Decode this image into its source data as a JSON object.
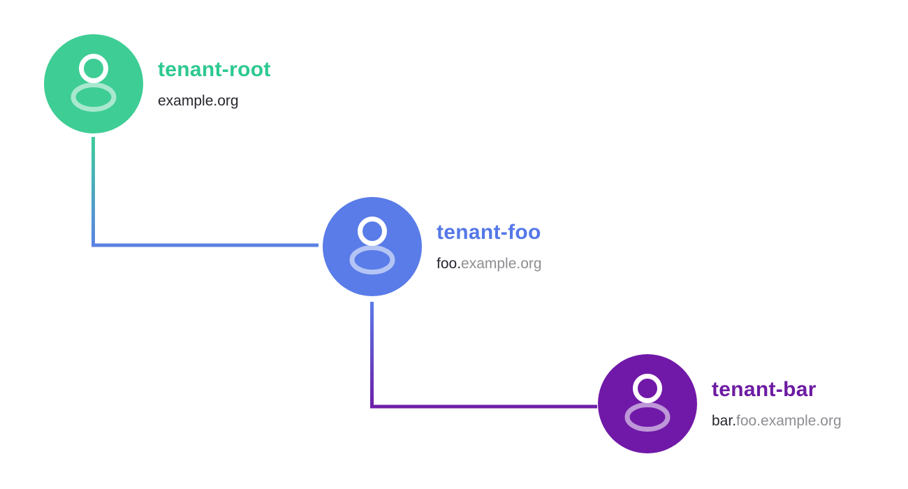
{
  "diagram": {
    "background_color": "#ffffff",
    "nodes": [
      {
        "name": "tenant-root",
        "domain_dark": "example.org",
        "domain_gray": "",
        "circle_color": "#3ecd95",
        "title_color": "#2cc990",
        "icon": "user-icon"
      },
      {
        "name": "tenant-foo",
        "domain_dark": "foo.",
        "domain_gray": "example.org",
        "circle_color": "#5a7ce8",
        "title_color": "#5578e8",
        "icon": "user-icon"
      },
      {
        "name": "tenant-bar",
        "domain_dark": "bar.",
        "domain_gray": "foo.example.org",
        "circle_color": "#7019a8",
        "title_color": "#6c1ba2",
        "icon": "user-icon"
      }
    ],
    "connectors": [
      {
        "from": "tenant-root",
        "to": "tenant-foo",
        "color_start": "#3ecd9c",
        "color_end": "#5b82e2"
      },
      {
        "from": "tenant-foo",
        "to": "tenant-bar",
        "color_start": "#5b7ce8",
        "color_end": "#6e1fa8"
      }
    ],
    "text_colors": {
      "domain_dark": "#26262e",
      "domain_gray": "#8e8e93"
    }
  }
}
